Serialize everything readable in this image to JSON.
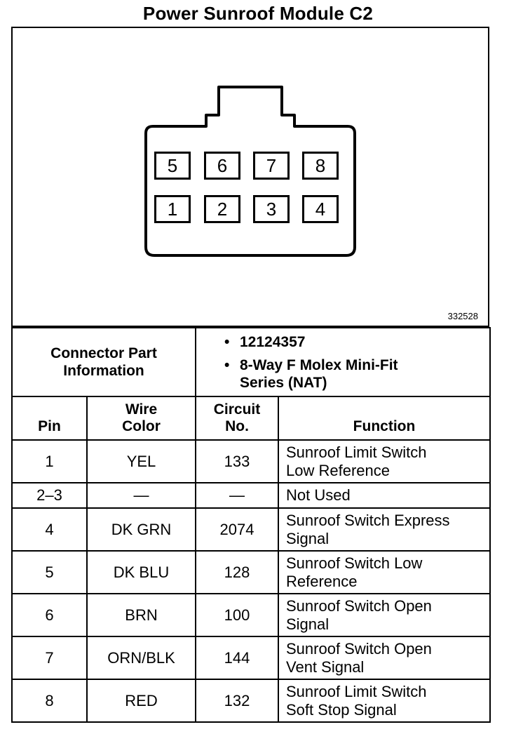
{
  "title": "Power Sunroof Module C2",
  "drawing_id": "332528",
  "connector": {
    "pins_top": [
      "5",
      "6",
      "7",
      "8"
    ],
    "pins_bottom": [
      "1",
      "2",
      "3",
      "4"
    ]
  },
  "part_info": {
    "label_line1": "Connector Part",
    "label_line2": "Information",
    "bullet": "•",
    "part_number": "12124357",
    "description_line1": "8-Way F Molex Mini-Fit",
    "description_line2": "Series (NAT)"
  },
  "headers": {
    "pin": "Pin",
    "wire_color_1": "Wire",
    "wire_color_2": "Color",
    "circuit_1": "Circuit",
    "circuit_2": "No.",
    "function": "Function"
  },
  "rows": [
    {
      "pin": "1",
      "color": "YEL",
      "circuit": "133",
      "func1": "Sunroof Limit Switch",
      "func2": "Low Reference"
    },
    {
      "pin": "2–3",
      "color": "—",
      "circuit": "—",
      "func1": "Not Used",
      "func2": ""
    },
    {
      "pin": "4",
      "color": "DK GRN",
      "circuit": "2074",
      "func1": "Sunroof Switch Express",
      "func2": "Signal"
    },
    {
      "pin": "5",
      "color": "DK BLU",
      "circuit": "128",
      "func1": "Sunroof Switch Low",
      "func2": "Reference"
    },
    {
      "pin": "6",
      "color": "BRN",
      "circuit": "100",
      "func1": "Sunroof Switch Open",
      "func2": "Signal"
    },
    {
      "pin": "7",
      "color": "ORN/BLK",
      "circuit": "144",
      "func1": "Sunroof Switch Open",
      "func2": "Vent Signal"
    },
    {
      "pin": "8",
      "color": "RED",
      "circuit": "132",
      "func1": "Sunroof Limit Switch",
      "func2": "Soft Stop Signal"
    }
  ]
}
